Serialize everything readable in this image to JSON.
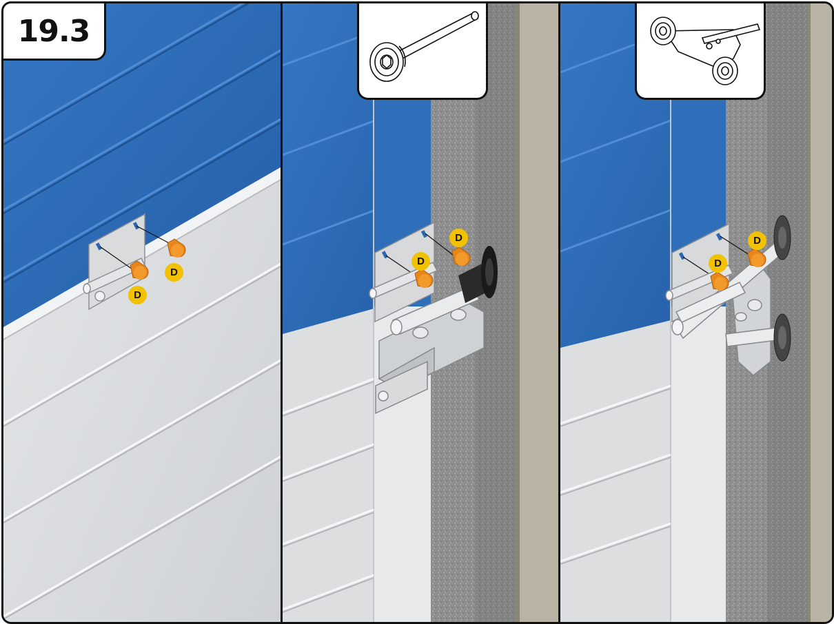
{
  "step": {
    "number": "19.3"
  },
  "part_label": "D",
  "colors": {
    "panel_blue": "#2e6bb3",
    "panel_white": "#dcdee0",
    "bolt_orange": "#e8861a",
    "label_yellow": "#f2c200",
    "frame_beige": "#b8b3a2",
    "concrete": "#8c8c8c"
  },
  "panels": [
    {
      "name": "hinge-bracket-step",
      "labels": [
        "D",
        "D"
      ]
    },
    {
      "name": "single-roller-step",
      "inset_icon": "single-roller-icon",
      "labels": [
        "D",
        "D"
      ]
    },
    {
      "name": "double-roller-step",
      "inset_icon": "double-roller-bracket-icon",
      "labels": [
        "D",
        "D"
      ]
    }
  ]
}
